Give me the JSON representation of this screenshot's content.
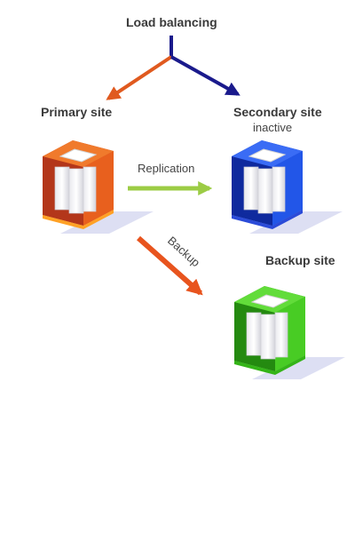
{
  "title": "Load balancing",
  "sites": {
    "primary": {
      "label": "Primary site",
      "color": "#e8541e"
    },
    "secondary": {
      "label": "Secondary site",
      "status": "inactive",
      "color": "#1f47d6"
    },
    "backup": {
      "label": "Backup site",
      "color": "#3ec41f"
    }
  },
  "links": {
    "replication": {
      "label": "Replication",
      "color": "#9ccc45"
    },
    "backup": {
      "label": "Backup",
      "color": "#e8541e"
    },
    "lb_primary_color": "#e05a1f",
    "lb_secondary_color": "#1a1a8c"
  }
}
